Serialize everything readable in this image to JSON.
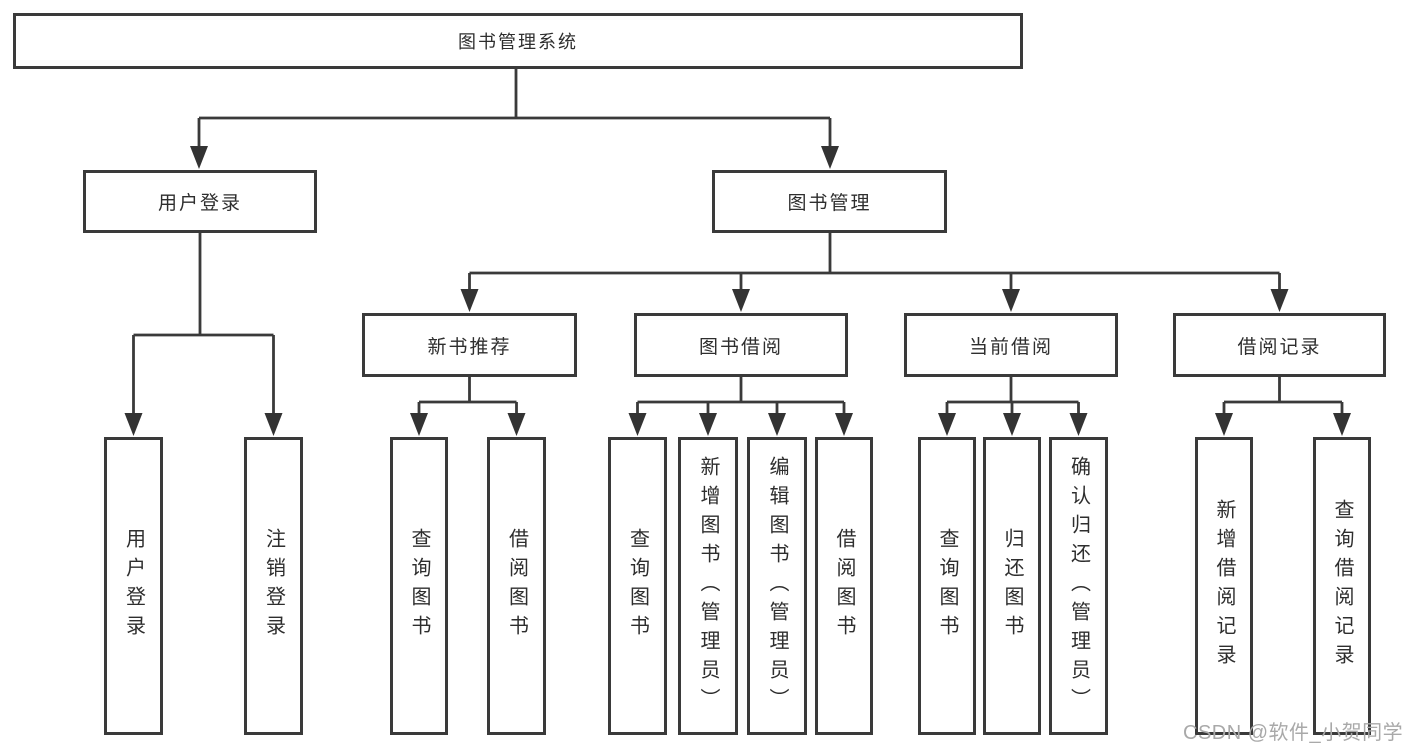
{
  "diagram_title": "图书管理系统",
  "tree": {
    "root": {
      "label": "图书管理系统"
    },
    "level2": [
      {
        "label": "用户登录"
      },
      {
        "label": "图书管理"
      }
    ],
    "level3": [
      {
        "label": "新书推荐"
      },
      {
        "label": "图书借阅"
      },
      {
        "label": "当前借阅"
      },
      {
        "label": "借阅记录"
      }
    ],
    "leaves": {
      "user_login": [
        {
          "label": "用户登录"
        },
        {
          "label": "注销登录"
        }
      ],
      "new_book_recommend": [
        {
          "label": "查询图书"
        },
        {
          "label": "借阅图书"
        }
      ],
      "book_borrow": [
        {
          "label": "查询图书"
        },
        {
          "label": "新增图书（管理员）"
        },
        {
          "label": "编辑图书（管理员）"
        },
        {
          "label": "借阅图书"
        }
      ],
      "current_borrow": [
        {
          "label": "查询图书"
        },
        {
          "label": "归还图书"
        },
        {
          "label": "确认归还（管理员）"
        }
      ],
      "borrow_records": [
        {
          "label": "新增借阅记录"
        },
        {
          "label": "查询借阅记录"
        }
      ]
    }
  },
  "watermark": "CSDN @软件_小贺同学",
  "colors": {
    "line": "#3a3a3a",
    "box_border": "#3a3a3a",
    "text": "#2e2e2e",
    "watermark": "#a9a9a9",
    "background": "#ffffff"
  }
}
